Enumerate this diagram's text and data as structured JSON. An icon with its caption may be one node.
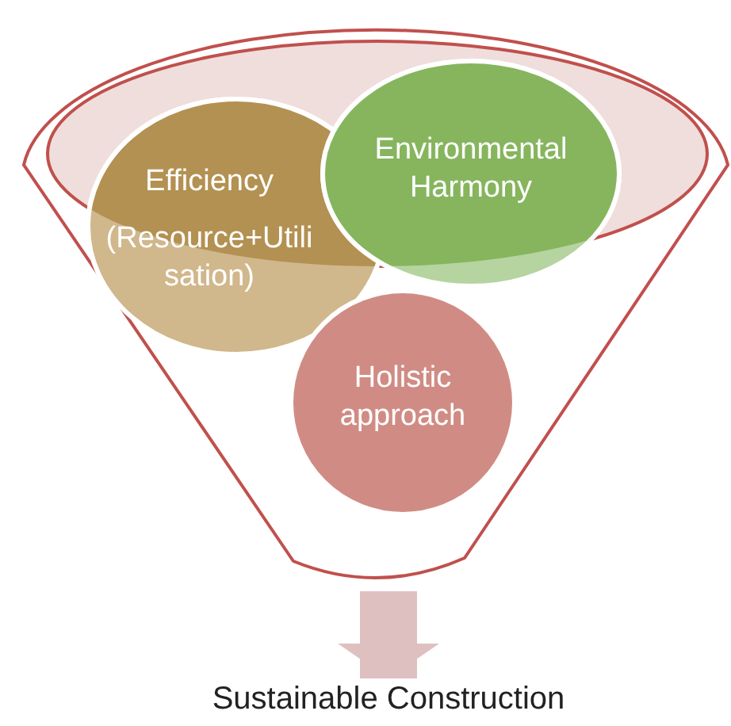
{
  "diagram": {
    "nodes": [
      {
        "text": [],
        "shape": "funnel"
      },
      {
        "text": [
          "Efficiency",
          "(Resource+Utili sation)"
        ],
        "in": 0
      },
      {
        "text": [
          "Environmental Harmony"
        ],
        "in": 0
      },
      {
        "text": [
          "Holistic approach"
        ],
        "in": 0
      },
      {
        "text": [
          "Sustainable Construction"
        ]
      }
    ],
    "edges": [
      {
        "from": 0,
        "to": 4,
        "arrow": "to"
      }
    ]
  }
}
